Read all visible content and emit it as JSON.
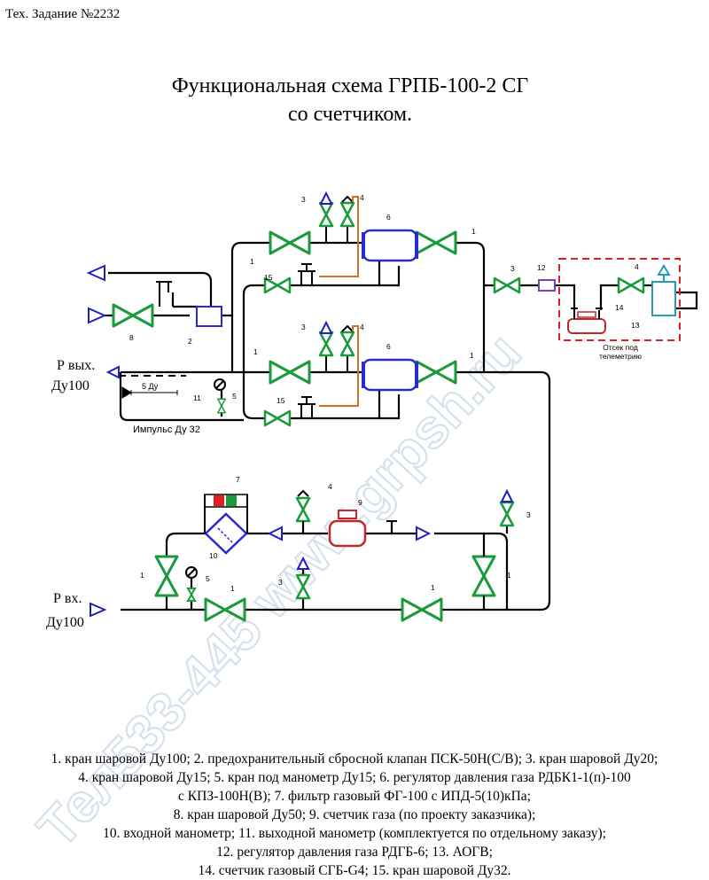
{
  "header": {
    "doc_ref": "Тех. Задание №2232"
  },
  "title": {
    "line1": "Функциональная схема ГРПБ-100-2 СГ",
    "line2": "со счетчиком."
  },
  "labels": {
    "p_out": "Р вых.",
    "du_out": "Ду100",
    "p_in": "Р вх.",
    "du_in": "Ду100",
    "five_du": "5 Ду",
    "impulse": "Импульс Ду 32",
    "telemetry_line1": "Отсек под",
    "telemetry_line2": "телеметрию"
  },
  "numbers": {
    "n1": "1",
    "n2": "2",
    "n3": "3",
    "n4": "4",
    "n5": "5",
    "n6": "6",
    "n7": "7",
    "n8": "8",
    "n9": "9",
    "n10": "10",
    "n11": "11",
    "n12": "12",
    "n13": "13",
    "n14": "14",
    "n15": "15"
  },
  "watermark": "Тел533-445 www.grpsh.ru",
  "legend": [
    "1. кран шаровой Ду100; 2. предохранительный сбросной клапан ПСК-50Н(С/В); 3. кран шаровой Ду20;",
    "4. кран шаровой Ду15; 5. кран под манометр Ду15; 6. регулятор давления газа РДБК1-1(п)-100",
    "с КПЗ-100Н(В); 7. фильтр газовый ФГ-100 с ИПД-5(10)кПа;",
    "8. кран шаровой Ду50; 9. счетчик газа (по проекту заказчика);",
    "10. входной манометр; 11. выходной манометр (комплектуется по отдельному заказу);",
    "12. регулятор давления газа РДГБ-6; 13. АОГВ;",
    "14. счетчик газовый СГБ-G4; 15. кран шаровой Ду32."
  ],
  "colors": {
    "pipe": "#000000",
    "valve": "#1a9a3a",
    "arrow": "#2020c0",
    "regulator": "#2a2ad0",
    "meter": "#c0282a",
    "impulse_line": "#d07020",
    "telemetry_box": "#e02020",
    "aogv": "#2a9ab0",
    "regulator12": "#8040b0",
    "watermark": "#b8c8e0"
  }
}
